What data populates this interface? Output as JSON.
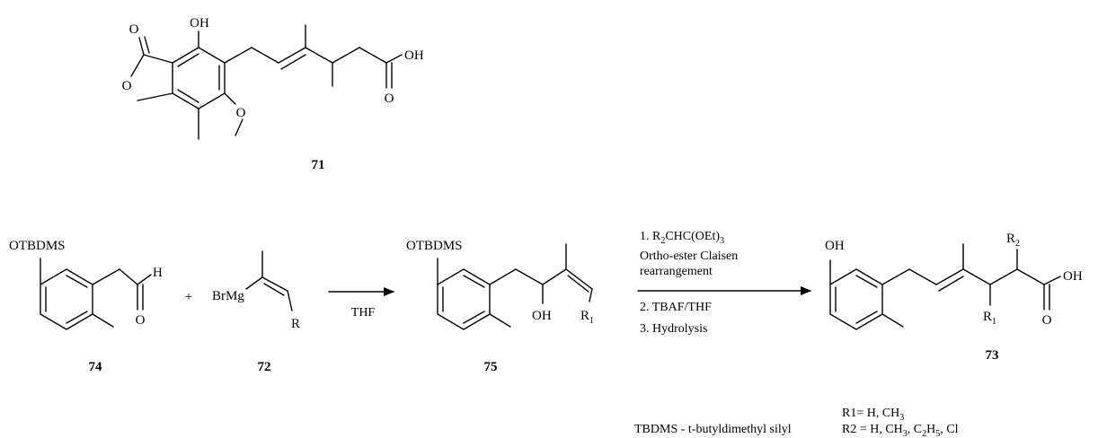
{
  "compounds": {
    "c71": {
      "number": "71",
      "oh": "OH",
      "o_lactone": "O",
      "o_ring": "O",
      "o_methoxy": "O",
      "oh_acid": "OH",
      "o_acid": "O"
    },
    "c74": {
      "number": "74",
      "otbdms": "OTBDMS",
      "h": "H",
      "o": "O"
    },
    "c72": {
      "number": "72",
      "brmg": "BrMg",
      "r": "R"
    },
    "c75": {
      "number": "75",
      "otbdms": "OTBDMS",
      "oh": "OH",
      "r_main": "R",
      "r_sub": "1"
    },
    "c73": {
      "number": "73",
      "oh_phenol": "OH",
      "r2_main": "R",
      "r2_sub": "2",
      "r1_main": "R",
      "r1_sub": "1",
      "oh_acid": "OH",
      "o_acid": "O"
    }
  },
  "plus_sign": "+",
  "reaction1": {
    "reagent": "THF"
  },
  "reaction2": {
    "step1_a": "1. R",
    "step1_a_sub": "2",
    "step1_b": "CHC(OEt)",
    "step1_b_sub": "3",
    "step1_line2": "Ortho-ester Claisen",
    "step1_line3": "rearrangement",
    "step2": "2. TBAF/THF",
    "step3": "3. Hydrolysis"
  },
  "footnotes": {
    "tbdms": "TBDMS - t-butyldimethyl silyl",
    "r1_a": "R1= H, CH",
    "r1_a_sub": "3",
    "r2_a": "R2 = H, CH",
    "r2_a_sub": "3",
    "r2_b": ", C",
    "r2_b_sub": "2",
    "r2_c": "H",
    "r2_c_sub": "5",
    "r2_d": ", Cl"
  }
}
